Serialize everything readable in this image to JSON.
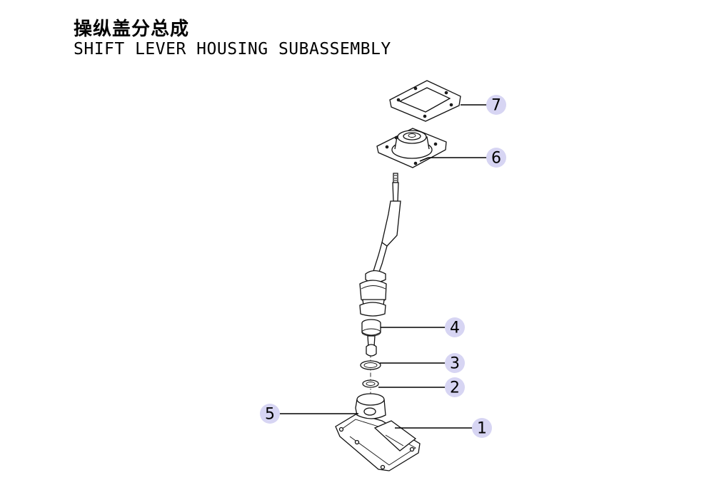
{
  "title": {
    "cn": "操纵盖分总成",
    "en": "SHIFT LEVER HOUSING SUBASSEMBLY"
  },
  "callouts": [
    {
      "id": "callout-1",
      "label": "1"
    },
    {
      "id": "callout-2",
      "label": "2"
    },
    {
      "id": "callout-3",
      "label": "3"
    },
    {
      "id": "callout-4",
      "label": "4"
    },
    {
      "id": "callout-5",
      "label": "5"
    },
    {
      "id": "callout-6",
      "label": "6"
    },
    {
      "id": "callout-7",
      "label": "7"
    }
  ],
  "colors": {
    "callout_fill": "#d7d5f3",
    "line": "#000000"
  }
}
